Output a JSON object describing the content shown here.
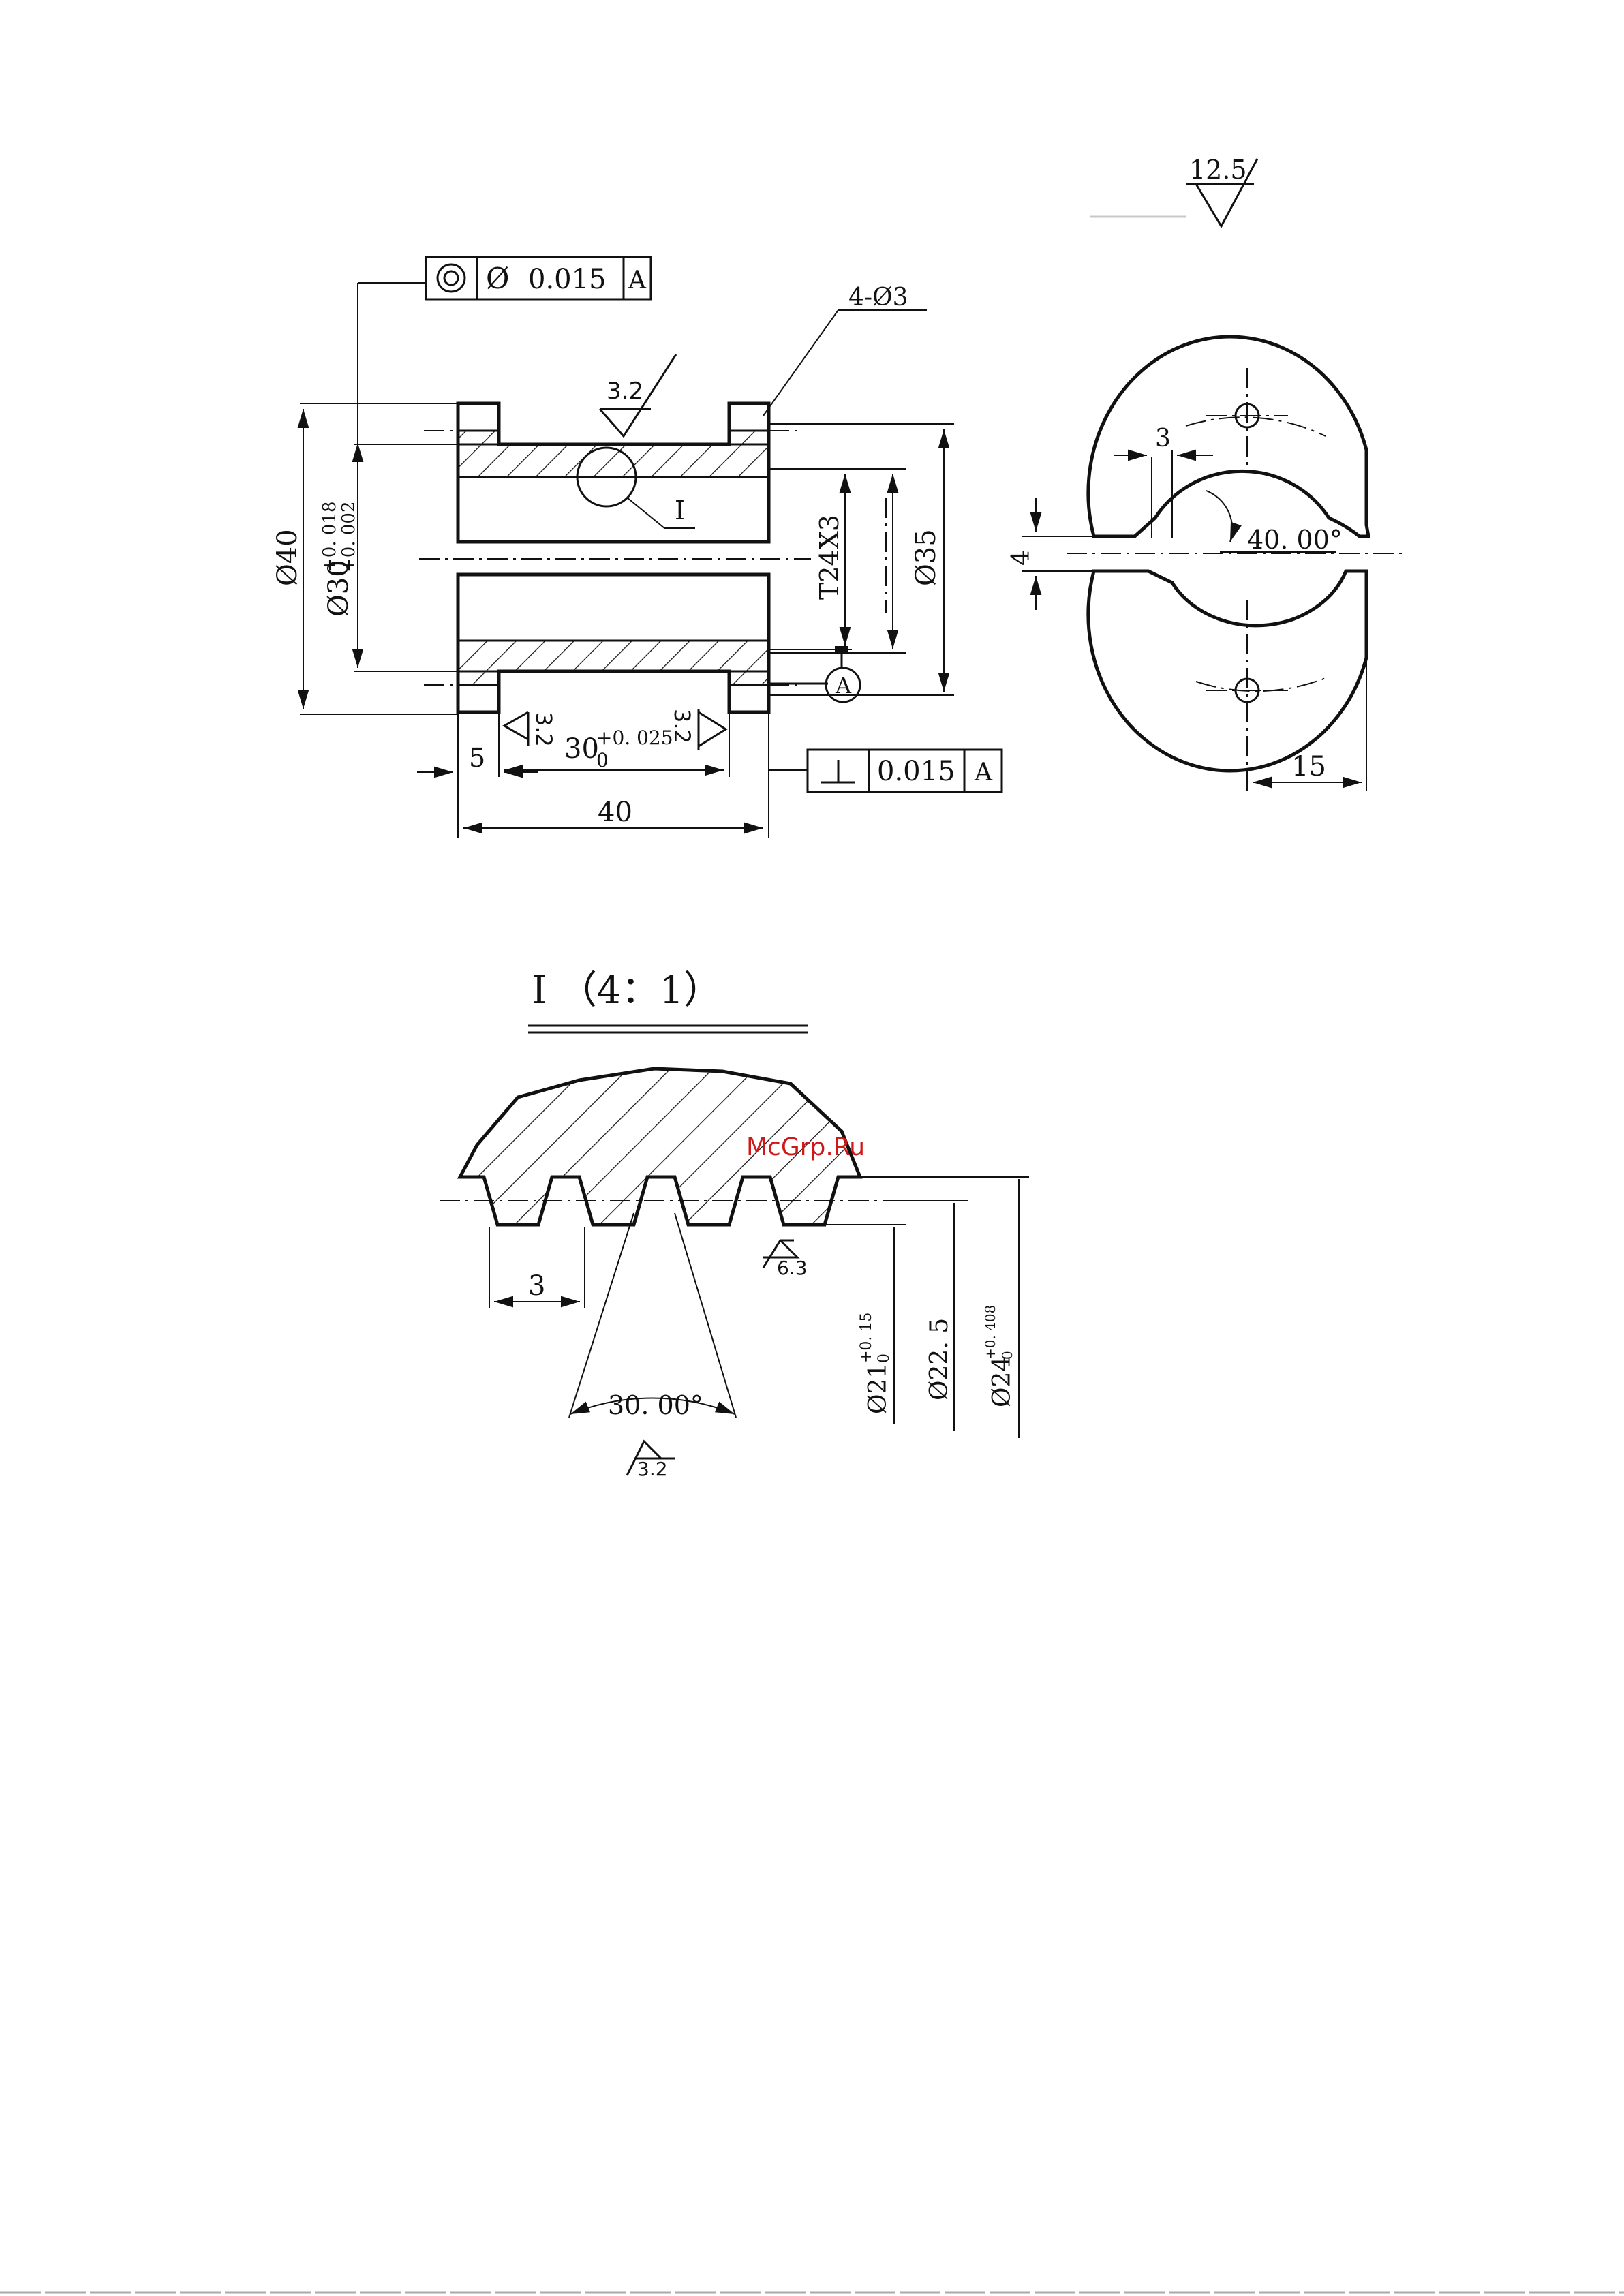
{
  "roughness": {
    "general": "12.5",
    "bore": "3.2",
    "faces": [
      "3.2",
      "3.2"
    ],
    "thread_flank": "6.3",
    "thread_angle": "3.2"
  },
  "tolerance_frames": {
    "concentricity": {
      "symbol": "◎",
      "value_prefix": "Ø",
      "value": "0.015",
      "datum": "A"
    },
    "perpendicularity": {
      "symbol": "⊥",
      "value": "0.015",
      "datum": "A"
    }
  },
  "datum": {
    "label": "A"
  },
  "front_view": {
    "holes_callout": "4-Ø3",
    "detail_callout": "I",
    "dims": {
      "outer_dia": "Ø40",
      "bore_dia": "Ø30",
      "bore_tol_upper": "+0. 018",
      "bore_tol_lower": "+0. 002",
      "thread": "T24X3",
      "shoulder_dia": "Ø35",
      "shoulder_width": "5",
      "inner_length": "30",
      "inner_length_tol_upper": "+0. 025",
      "inner_length_tol_lower": "0",
      "overall_length": "40"
    }
  },
  "side_view": {
    "dims": {
      "slot_offset": "3",
      "gap": "4",
      "angle": "40. 00°",
      "half_width": "15"
    }
  },
  "detail_view": {
    "title": "I （4：1）",
    "dims": {
      "pitch": "3",
      "angle": "30. 00°",
      "minor_dia": "Ø21",
      "minor_tol_upper": "+0. 15",
      "minor_tol_lower": "0",
      "pitch_dia": "Ø22. 5",
      "major_dia": "Ø24",
      "major_tol_upper": "+0. 408",
      "major_tol_lower": "0"
    }
  },
  "watermark": "McGrp.Ru"
}
